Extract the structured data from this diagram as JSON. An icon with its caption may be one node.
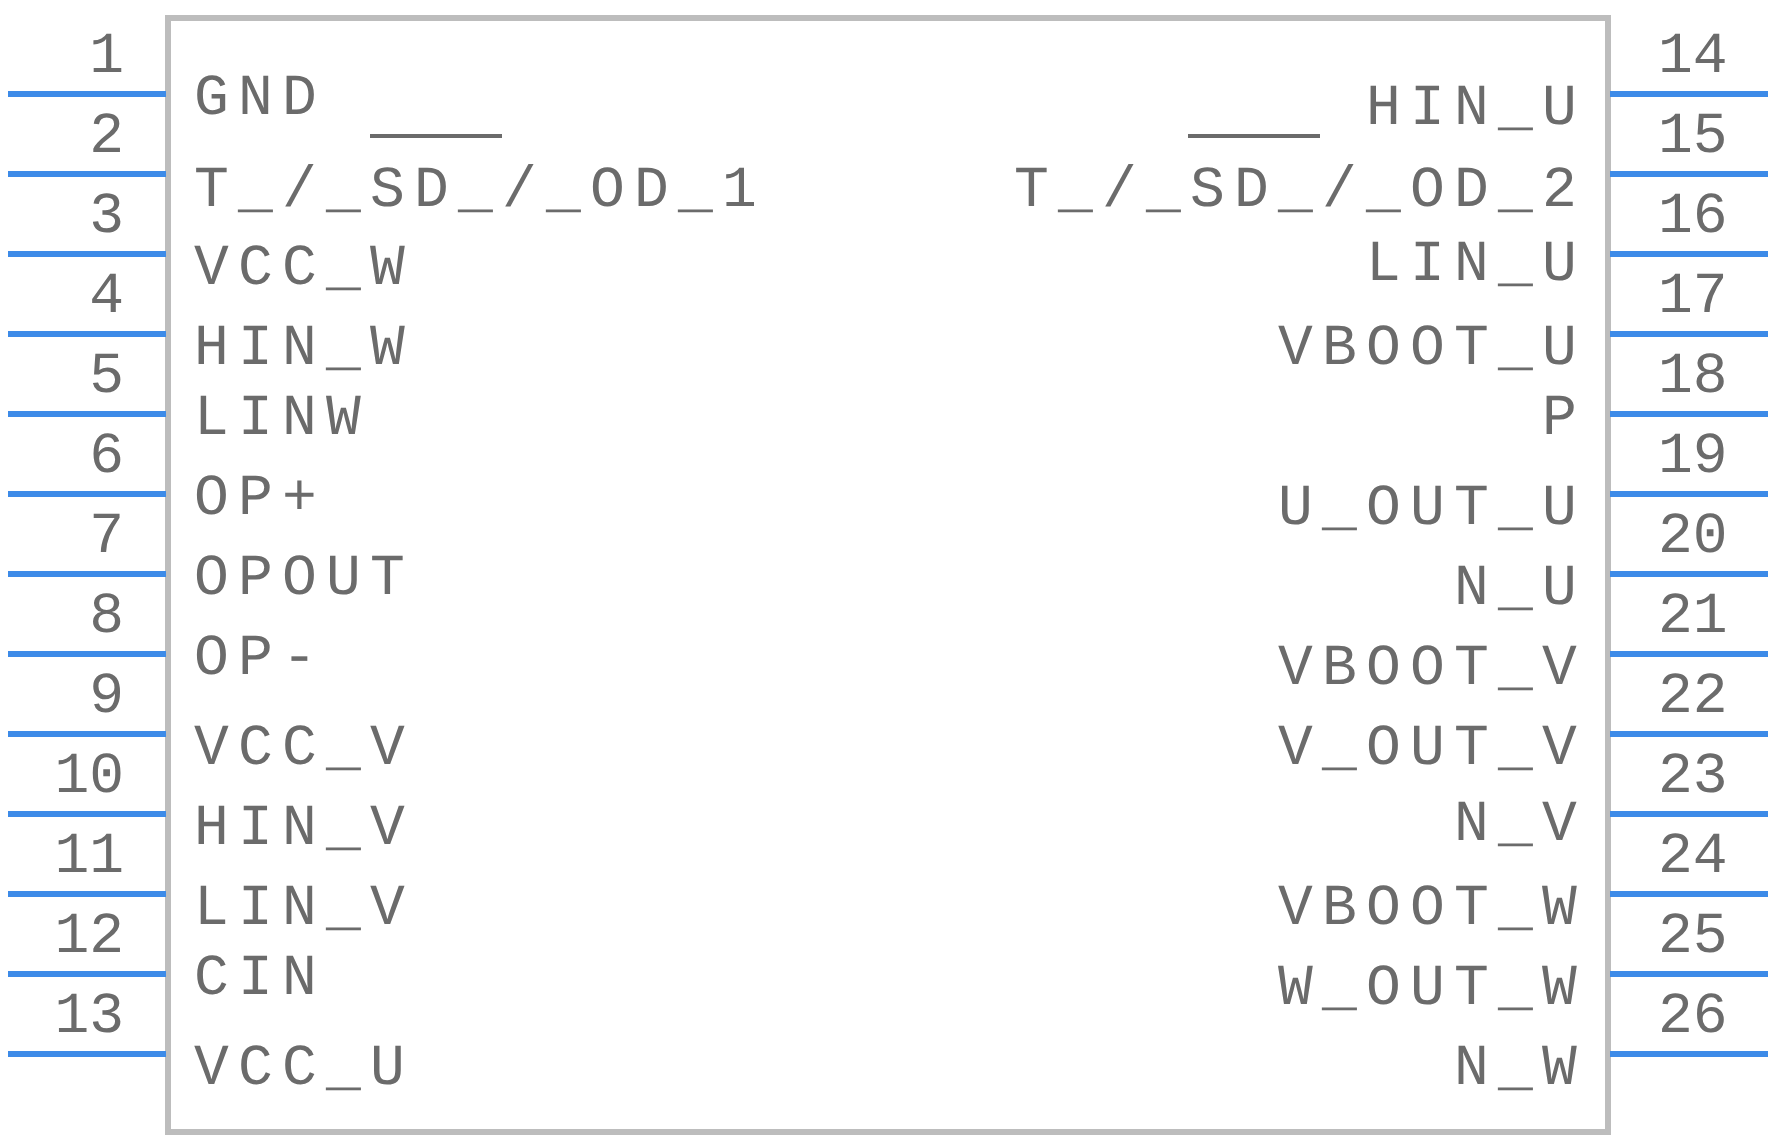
{
  "diagram": {
    "labels": [
      "1",
      "GND",
      "HIN_U",
      "14",
      "2",
      "T_/_SD_/_OD_1",
      "T_/_SD_/_OD_2",
      "15",
      "3",
      "VCC_W",
      "LIN_U",
      "16",
      "4",
      "HIN_W",
      "VBOOT_U",
      "17",
      "5",
      "LINW",
      "P",
      "18",
      "6",
      "OP+",
      "U_OUT_U",
      "19",
      "7",
      "OPOUT",
      "N_U",
      "20",
      "8",
      "OP-",
      "VBOOT_V",
      "21",
      "9",
      "VCC_V",
      "V_OUT_V",
      "22",
      "10",
      "HIN_V",
      "N_V",
      "23",
      "11",
      "LIN_V",
      "VBOOT_W",
      "24",
      "12",
      "CIN",
      "W_OUT_W",
      "25",
      "13",
      "VCC_U",
      "N_W",
      "26"
    ]
  }
}
